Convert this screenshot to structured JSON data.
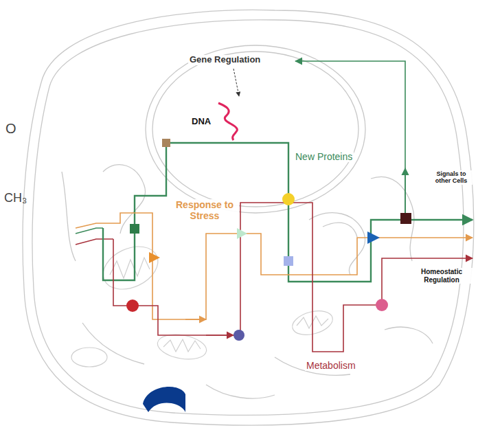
{
  "diagram": {
    "labels": [
      "Gene Regulation",
      "DNA",
      "New Proteins",
      "Response to Stress",
      "Signals to other Cells",
      "Homeostatic Regulation",
      "Metabolism",
      "O",
      "CH₃"
    ]
  }
}
